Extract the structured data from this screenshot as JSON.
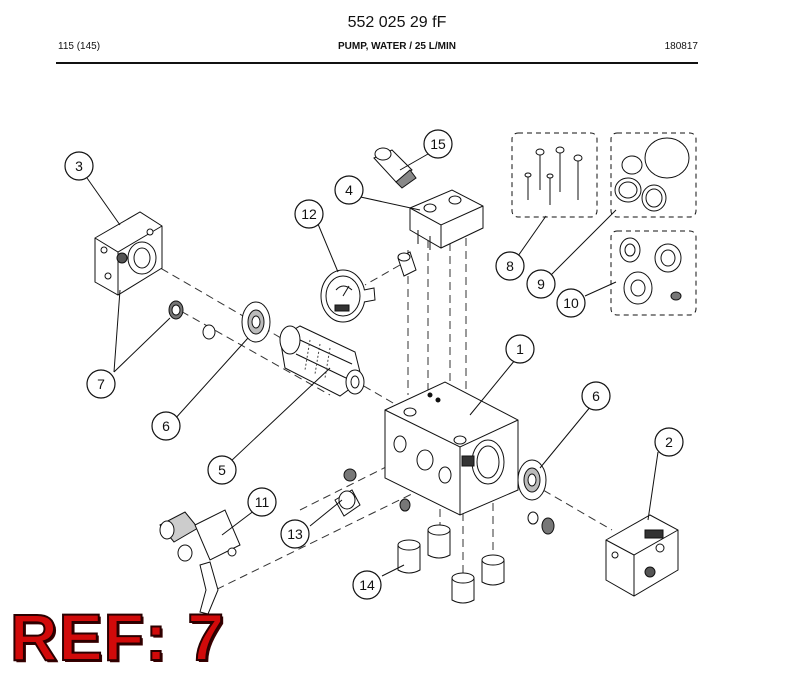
{
  "document": {
    "part_number": "552 025 29 fF",
    "page": "115 (145)",
    "title": "PUMP, WATER / 25 L/MIN",
    "date_code": "180817"
  },
  "reference": {
    "label": "REF: 7",
    "color": "#d10a0a"
  },
  "callouts": [
    "1",
    "2",
    "3",
    "4",
    "5",
    "6",
    "6",
    "7",
    "8",
    "9",
    "10",
    "11",
    "12",
    "13",
    "14",
    "15"
  ],
  "icons": {
    "pump_block": "valve-block-icon",
    "gauge": "pressure-gauge-icon"
  }
}
